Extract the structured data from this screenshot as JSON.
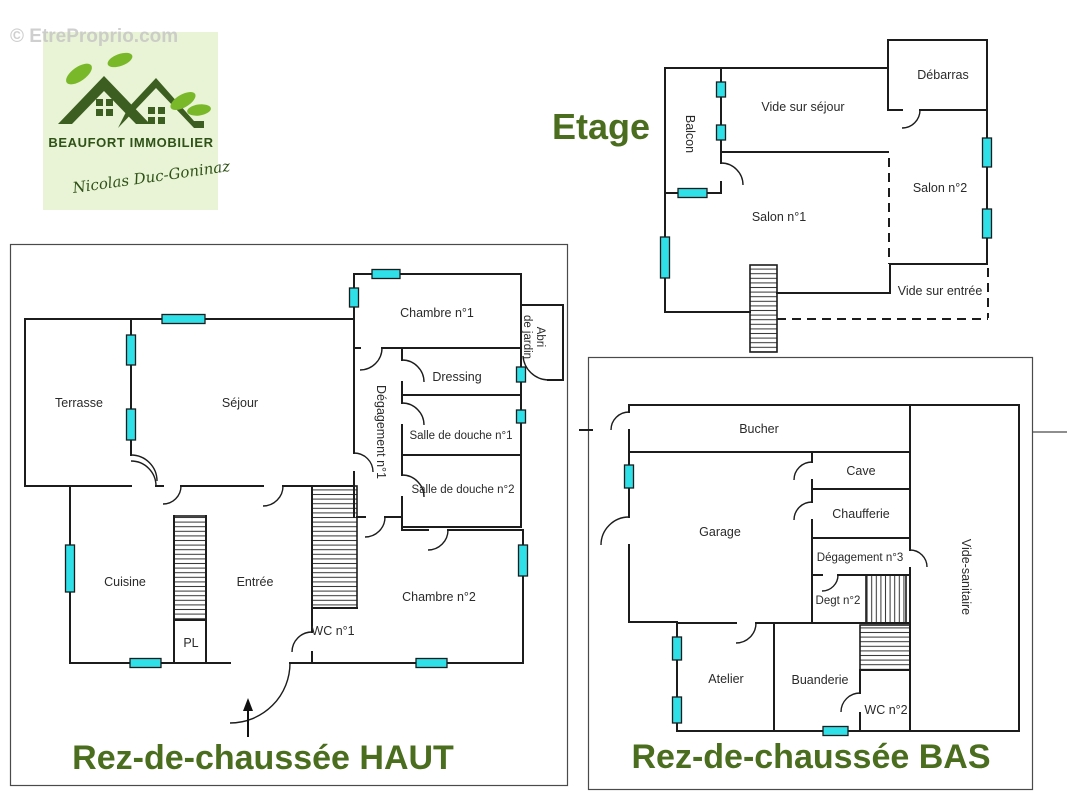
{
  "watermark": "© EtreProprio.com",
  "logo": {
    "brand": "BEAUFORT IMMOBILIER",
    "signature": "Nicolas Duc-Goninaz"
  },
  "colors": {
    "accent_green": "#4a6e1e",
    "wall": "#1c1c1c",
    "window_cyan": "#2fe0e8",
    "logo_bg": "#e9f3d6",
    "logo_green": "#3c5e20",
    "brand_green": "#2f5317",
    "leaf_green": "#79b829",
    "watermark_gray": "#c4c4c4"
  },
  "plans": {
    "etage": {
      "title": "Etage",
      "rooms": {
        "balcon": "Balcon",
        "vide_sur_sejour": "Vide sur séjour",
        "debarras": "Débarras",
        "salon1": "Salon n°1",
        "salon2": "Salon n°2",
        "vide_sur_entree": "Vide sur entrée"
      }
    },
    "haut": {
      "title": "Rez-de-chaussée HAUT",
      "rooms": {
        "terrasse": "Terrasse",
        "sejour": "Séjour",
        "chambre1": "Chambre n°1",
        "abri_line1": "Abri",
        "abri_line2": "de jardin",
        "dressing": "Dressing",
        "degagement1": "Dégagement n°1",
        "sdd1": "Salle de douche n°1",
        "sdd2": "Salle de douche n°2",
        "cuisine": "Cuisine",
        "entree": "Entrée",
        "pl": "PL",
        "wc1": "WC n°1",
        "chambre2": "Chambre n°2"
      }
    },
    "bas": {
      "title": "Rez-de-chaussée BAS",
      "rooms": {
        "bucher": "Bucher",
        "cave": "Cave",
        "garage": "Garage",
        "chaufferie": "Chaufferie",
        "degagement3": "Dégagement n°3",
        "degt2": "Degt n°2",
        "vide_sanitaire": "Vide-sanitaire",
        "atelier": "Atelier",
        "buanderie": "Buanderie",
        "wc2": "WC n°2"
      }
    }
  }
}
